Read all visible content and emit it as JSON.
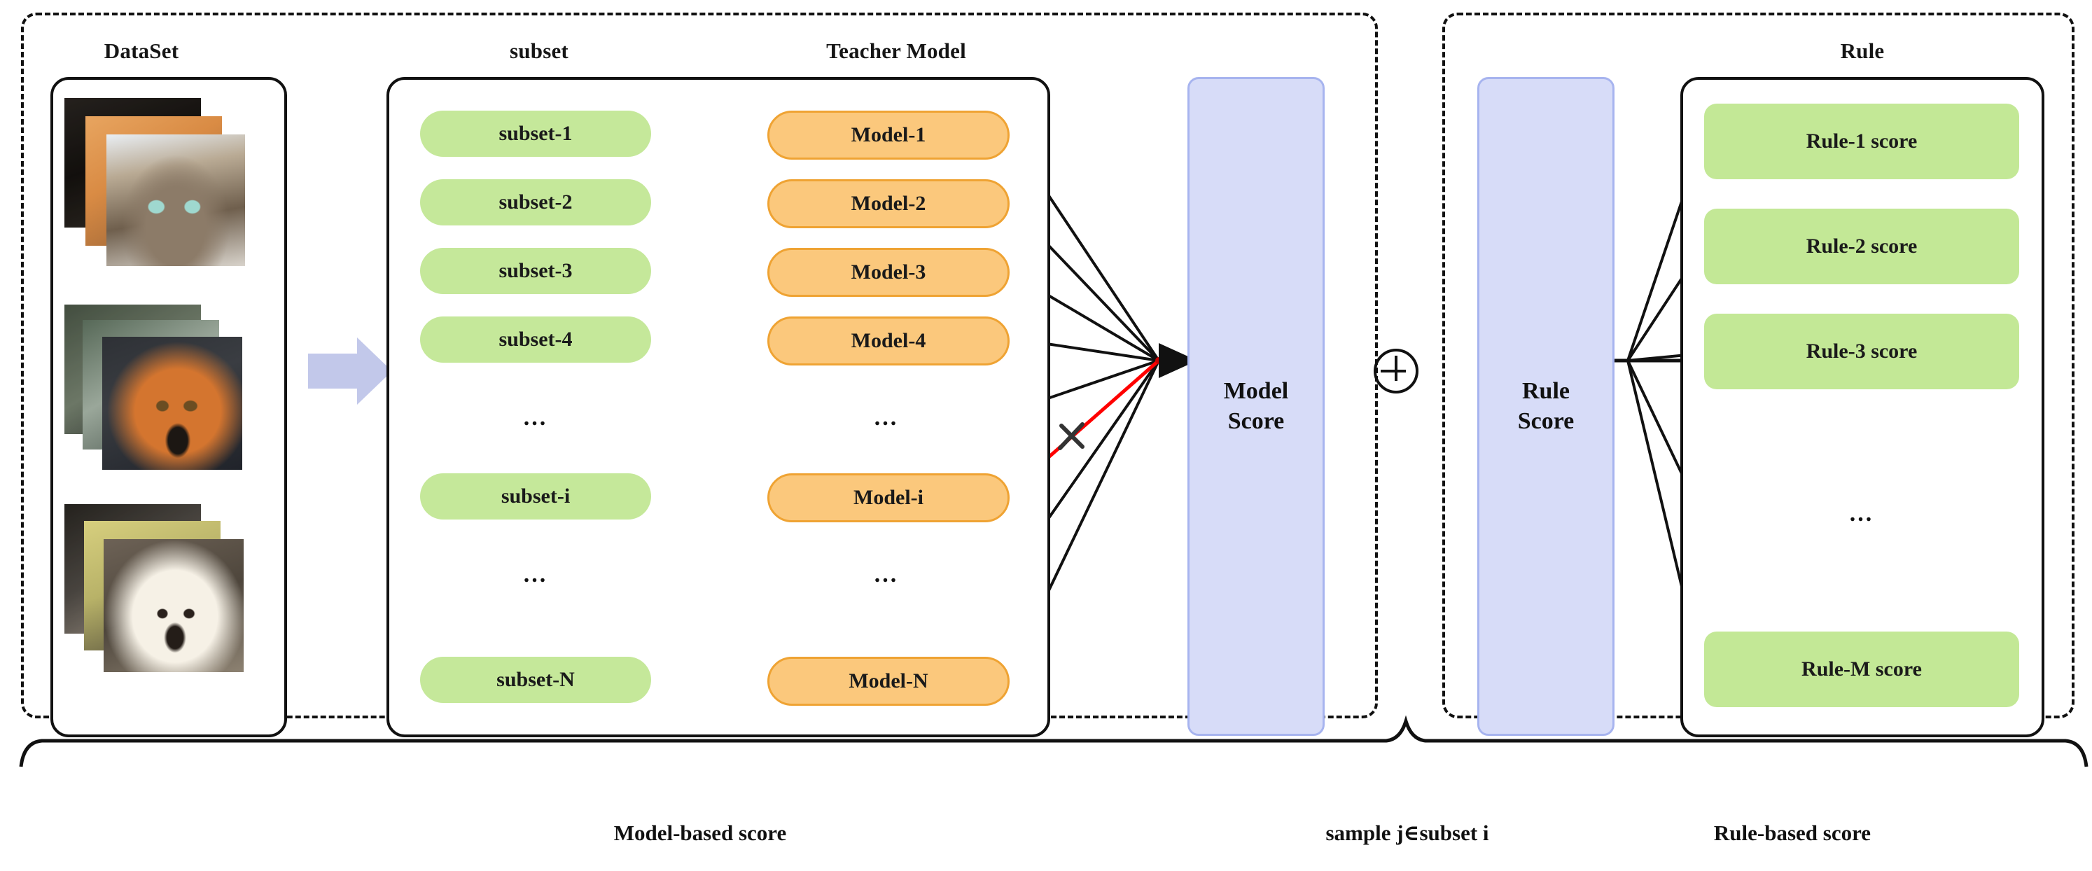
{
  "diagram": {
    "title_model_group": "Model-based score",
    "title_rule_group": "Rule-based score",
    "center_note": "sample j∈subset i",
    "combine_symbol": "⊕"
  },
  "left_group": {
    "dataset": {
      "caption": "DataSet",
      "stacks": [
        {
          "name": "cat-images",
          "count": 3
        },
        {
          "name": "fox-images",
          "count": 3
        },
        {
          "name": "dog-images",
          "count": 3
        }
      ],
      "flow_arrow": "right-arrow-icon"
    },
    "subset": {
      "caption": "subset",
      "items": [
        {
          "label": "subset-1"
        },
        {
          "label": "subset-2"
        },
        {
          "label": "subset-3"
        },
        {
          "label": "subset-4"
        },
        {
          "label": "..."
        },
        {
          "label": "subset-i"
        },
        {
          "label": "..."
        },
        {
          "label": "subset-N"
        }
      ]
    },
    "teacher_model": {
      "caption": "Teacher Model",
      "items": [
        {
          "label": "Model-1"
        },
        {
          "label": "Model-2"
        },
        {
          "label": "Model-3"
        },
        {
          "label": "Model-4"
        },
        {
          "label": "..."
        },
        {
          "label": "Model-i"
        },
        {
          "label": "..."
        },
        {
          "label": "Model-N"
        }
      ],
      "excluded_item": "Model-i"
    },
    "model_score": {
      "label": "Model\nScore",
      "line1": "Model",
      "line2": "Score"
    }
  },
  "right_group": {
    "rule_score": {
      "line1": "Rule",
      "line2": "Score"
    },
    "rule": {
      "caption": "Rule",
      "items": [
        {
          "label": "Rule-1 score"
        },
        {
          "label": "Rule-2 score"
        },
        {
          "label": "Rule-3 score"
        },
        {
          "label": "..."
        },
        {
          "label": "Rule-M score"
        }
      ]
    }
  },
  "colors": {
    "subset_fill": "#c5e89a",
    "model_fill": "#fbc87c",
    "model_stroke": "#efa333",
    "rule_fill": "#c3e896",
    "score_fill": "#d7dcf8",
    "score_stroke": "#a7b4ef",
    "excluded_line": "#ff0000",
    "line": "#111111",
    "flow_arrow": "#c2c8ea"
  }
}
